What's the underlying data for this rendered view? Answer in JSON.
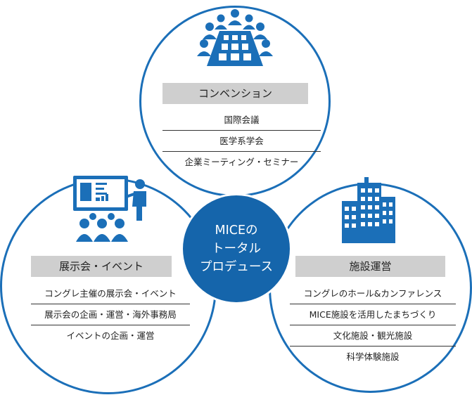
{
  "center": {
    "lines": [
      "MICEの",
      "トータル",
      "プロデュース"
    ]
  },
  "convention": {
    "icon": "conference-table-icon",
    "title": "コンベンション",
    "items": [
      "国際会議",
      "医学系学会",
      "企業ミーティング・セミナー"
    ]
  },
  "exhibition": {
    "icon": "presentation-audience-icon",
    "title": "展示会・イベント",
    "items": [
      "コングレ主催の展示会・イベント",
      "展示会の企画・運営・海外事務局",
      "イベントの企画・運営"
    ]
  },
  "facility": {
    "icon": "office-buildings-icon",
    "title": "施設運営",
    "items": [
      "コングレのホール&カンファレンス",
      "MICE施設を活用したまちづくり",
      "文化施設・観光施設",
      "科学体験施設"
    ]
  },
  "colors": {
    "primary": "#1b6fb8",
    "dark": "#1565ab",
    "header_bg": "#cfcfcf"
  }
}
